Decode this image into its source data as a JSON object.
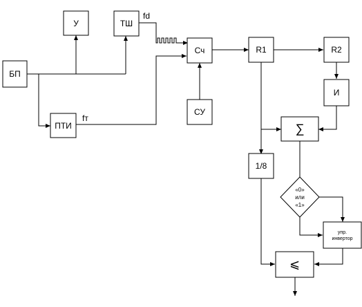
{
  "blocks": {
    "bp": "БП",
    "u": "У",
    "tsh": "ТШ",
    "pti": "ПТИ",
    "sch": "Сч",
    "su": "СУ",
    "r1": "R1",
    "r2": "R2",
    "i": "И",
    "div8": "1/8",
    "sum_symbol": "∑",
    "compare_symbol": "⩽",
    "ctrl_inverter_line1": "упр.",
    "ctrl_inverter_line2": "инвертор"
  },
  "decision": {
    "line1": "«0»",
    "line2": "или",
    "line3": "«1»"
  },
  "signals": {
    "fd": "fd",
    "ft": "fт"
  }
}
